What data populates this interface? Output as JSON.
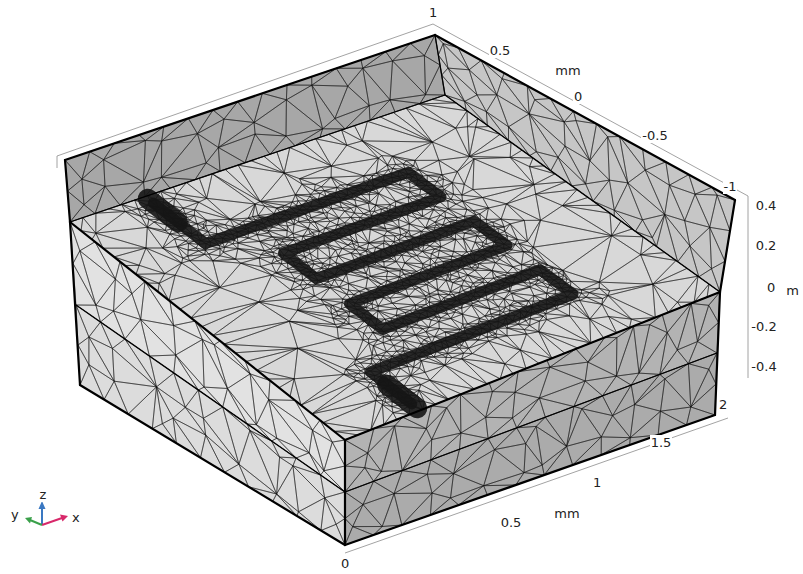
{
  "diagram": {
    "labels": [
      "1",
      "0.5",
      "mm",
      "0",
      "-0.5",
      "-1",
      "0.4",
      "0.2",
      "0",
      "m",
      "-0.2",
      "-0.4",
      "2",
      "1.5",
      "1",
      "mm",
      "0.5",
      "0",
      "z",
      "y",
      "x"
    ]
  }
}
